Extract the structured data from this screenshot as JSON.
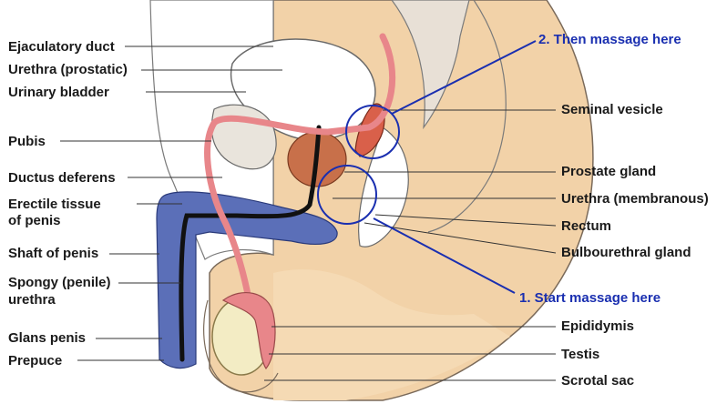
{
  "labels": {
    "ejaculatory_duct": "Ejaculatory duct",
    "urethra_prostatic": "Urethra (prostatic)",
    "urinary_bladder": "Urinary bladder",
    "pubis": "Pubis",
    "ductus_deferens": "Ductus deferens",
    "erectile_tissue_line1": "Erectile tissue",
    "erectile_tissue_line2": "of penis",
    "shaft_of_penis": "Shaft of penis",
    "spongy_urethra_line1": "Spongy (penile)",
    "spongy_urethra_line2": "urethra",
    "glans_penis": "Glans penis",
    "prepuce": "Prepuce",
    "seminal_vesicle": "Seminal vesicle",
    "prostate_gland": "Prostate gland",
    "urethra_membranous": "Urethra (membranous)",
    "rectum": "Rectum",
    "bulbourethral_gland": "Bulbourethral gland",
    "epididymis": "Epididymis",
    "testis": "Testis",
    "scrotal_sac": "Scrotal sac"
  },
  "annotations": {
    "then_massage": "2. Then massage here",
    "start_massage": "1. Start massage here"
  },
  "colors": {
    "annotation": "#1a2fb0",
    "skin": "#f2d2a8",
    "erectile": "#5b6fb8",
    "duct": "#e8868a",
    "prostate": "#c8704a",
    "vesicle": "#d9604a",
    "bone": "#e9e4dc",
    "testis": "#f3ecc4"
  }
}
